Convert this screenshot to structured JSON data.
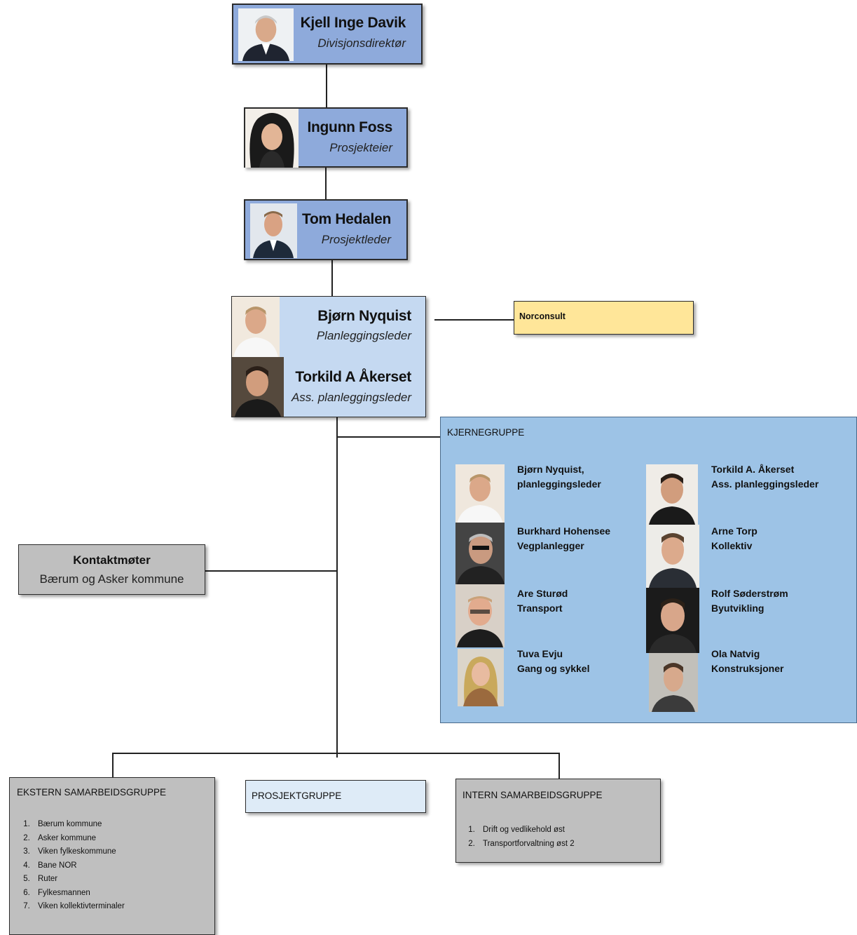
{
  "director": {
    "name": "Kjell Inge Davik",
    "role": "Divisjonsdirektør"
  },
  "owner": {
    "name": "Ingunn Foss",
    "role": "Prosjekteier"
  },
  "project_lead": {
    "name": "Tom Hedalen",
    "role": "Prosjektleder"
  },
  "planning": [
    {
      "name": "Bjørn Nyquist",
      "role": "Planleggingsleder"
    },
    {
      "name": "Torkild A Åkerset",
      "role": "Ass. planleggingsleder"
    }
  ],
  "consultant": {
    "label": "Norconsult"
  },
  "core_group": {
    "title": "KJERNEGRUPPE",
    "members": [
      {
        "line1": "Bjørn Nyquist,",
        "line2": "planleggingsleder"
      },
      {
        "line1": "Torkild A. Åkerset",
        "line2": "Ass. planleggingsleder"
      },
      {
        "line1": "Burkhard Hohensee",
        "line2": "Vegplanlegger"
      },
      {
        "line1": "Arne Torp",
        "line2": "Kollektiv"
      },
      {
        "line1": "Are Sturød",
        "line2": "Transport"
      },
      {
        "line1": "Rolf Søderstrøm",
        "line2": "Byutvikling"
      },
      {
        "line1": "Tuva Evju",
        "line2": "Gang og sykkel"
      },
      {
        "line1": "Ola Natvig",
        "line2": "Konstruksjoner"
      }
    ]
  },
  "contact": {
    "title": "Kontaktmøter",
    "subtitle": "Bærum og Asker kommune"
  },
  "external_group": {
    "title": "EKSTERN SAMARBEIDSGRUPPE",
    "items": [
      "Bærum kommune",
      "Asker kommune",
      "Viken fylkeskommune",
      "Bane NOR",
      "Ruter",
      "Fylkesmannen",
      "Viken kollektivterminaler"
    ]
  },
  "project_group": {
    "title": "PROSJEKTGRUPPE"
  },
  "internal_group": {
    "title": "INTERN SAMARBEIDSGRUPPE",
    "items": [
      "Drift og vedlikehold øst",
      "Transportforvaltning øst 2"
    ]
  },
  "colors": {
    "leader_box": "#8eaadb",
    "planning_box": "#c5d9f1",
    "core_box": "#9dc3e6",
    "grey_box": "#bfbfbf",
    "consultant_box": "#ffe699"
  }
}
